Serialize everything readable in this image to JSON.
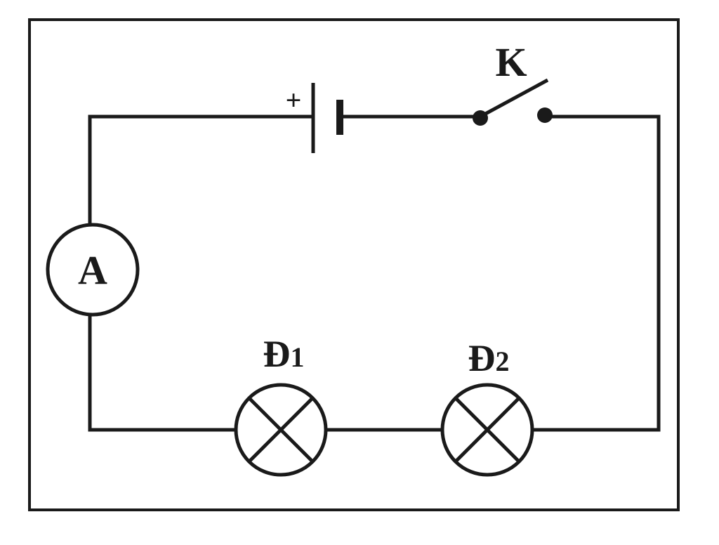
{
  "diagram": {
    "switch_label": "K",
    "battery_positive_sign": "+",
    "ammeter_label": "A",
    "lamp1_label": "Đ",
    "lamp1_subscript": "1",
    "lamp2_label": "Đ",
    "lamp2_subscript": "2"
  }
}
